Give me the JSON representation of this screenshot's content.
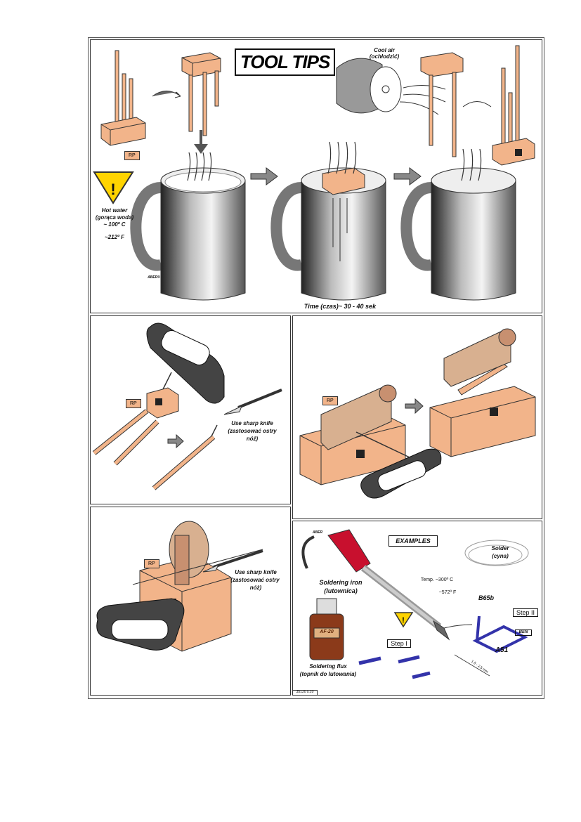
{
  "title": "TOOL TIPS",
  "panel1": {
    "cool_air": "Cool air",
    "cool_air_pl": "(ochłodzić)",
    "rp": "RP",
    "hot_water_1": "Hot water",
    "hot_water_2": "(gorąca woda)",
    "hot_water_3": "~ 100º C",
    "hot_water_f": "~212º  F",
    "brand": "ABER®",
    "time": "Time (czas)~ 30 - 40 sek"
  },
  "panel2": {
    "rp": "RP",
    "knife_1": "Use sharp knife",
    "knife_2": "(zastosować ostry",
    "knife_3": "nóż)"
  },
  "panel3": {
    "rp": "RP"
  },
  "panel4": {
    "rp": "RP",
    "knife_1": "Use sharp knife",
    "knife_2": "(zastosować ostry",
    "knife_3": "nóż)"
  },
  "panel5": {
    "examples": "EXAMPLES",
    "brand": "ABER",
    "solder_1": "Solder",
    "solder_2": "(cyna)",
    "iron_1": "Soldering iron",
    "iron_2": "(lutownica)",
    "temp_c": "Temp. ~300º  C",
    "temp_f": "~572º  F",
    "b65b": "B65b",
    "step2": "Step II",
    "ben": "BEN",
    "a51": "A51",
    "step1": "Step I",
    "flux_bottle": "AF-20",
    "flux_1": "Soldering flux",
    "flux_2": "(topnik do lutowania)",
    "dimension": "1.5 - 2.5 mm"
  },
  "footer_code": "35120 s.10"
}
